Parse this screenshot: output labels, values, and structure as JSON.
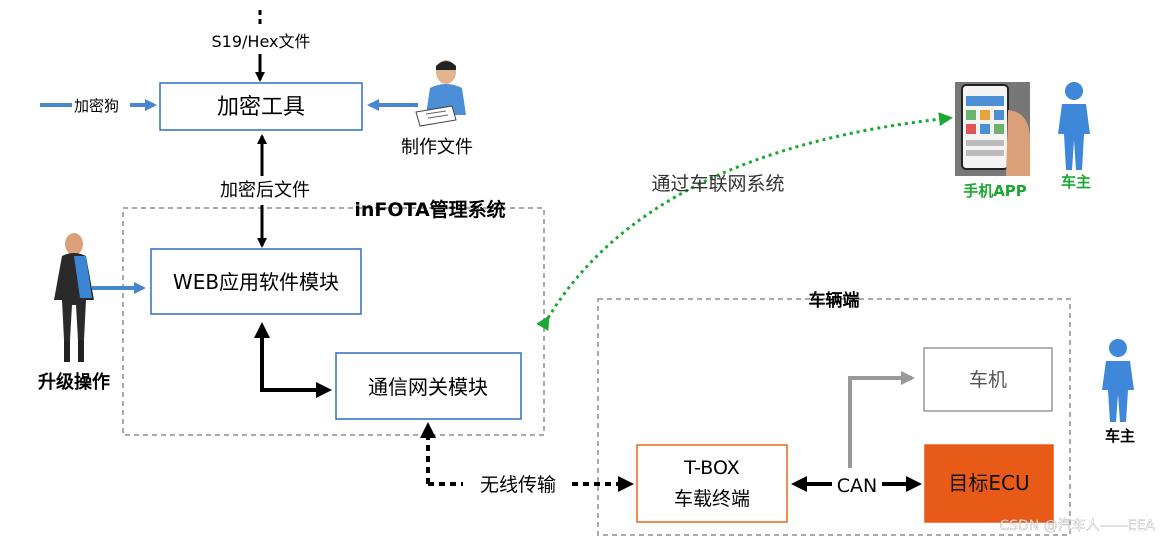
{
  "top_input": "S19/Hex文件",
  "dongle": "加密狗",
  "encrypt_tool": "加密工具",
  "make_file": "制作文件",
  "encrypted_file": "加密后文件",
  "system_title": "inFOTA管理系统",
  "web_module": "WEB应用软件模块",
  "gateway_module": "通信网关模块",
  "upgrade_op": "升级操作",
  "wireless": "无线传输",
  "via_iov": "通过车联网系统",
  "phone_app": "手机APP",
  "owner_top": "车主",
  "vehicle_side": "车辆端",
  "head_unit": "车机",
  "tbox_line1": "T-BOX",
  "tbox_line2": "车载终端",
  "can": "CAN",
  "target_ecu": "目标ECU",
  "owner_bottom": "车主",
  "watermark": "CSDN @汽车人——EEA",
  "colors": {
    "blue_border": "#2e6fc4",
    "blue_arrow": "#4a86d0",
    "green": "#1aa832",
    "orange": "#e8691f",
    "ecu_fill": "#e85a18",
    "grey_arrow": "#999999",
    "dashed_box": "#aaaaaa"
  }
}
